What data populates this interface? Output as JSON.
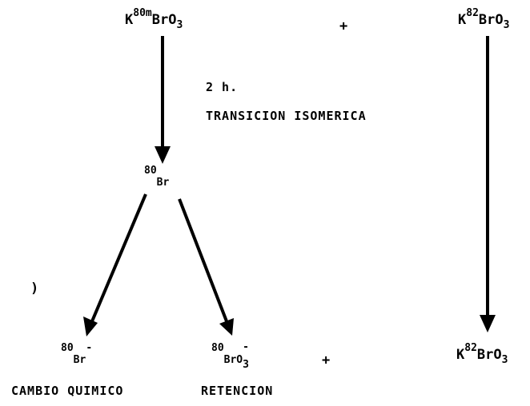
{
  "top_left": {
    "pre": "K",
    "mass": "80m",
    "rest": "BrO",
    "sub": "3"
  },
  "plus_top": "+",
  "top_right": {
    "pre": "K",
    "mass": "82",
    "rest": "BrO",
    "sub": "3"
  },
  "time_label": "2 h.",
  "transition_label": "TRANSICION ISOMERICA",
  "middle": {
    "mass": "80",
    "rest": "Br"
  },
  "bottom_left": {
    "mass": "80",
    "rest": "Br",
    "charge": "-"
  },
  "bottom_mid": {
    "mass": "80",
    "rest": "BrO",
    "charge": "-",
    "sub": "3"
  },
  "plus_bottom": "+",
  "bottom_right": {
    "pre": "K",
    "mass": "82",
    "rest": "BrO",
    "sub": "3"
  },
  "stray_mark": ")",
  "label_left": "CAMBIO QUIMICO",
  "label_mid": "RETENCION",
  "colors": {
    "ink": "#000000",
    "background": "#ffffff"
  }
}
